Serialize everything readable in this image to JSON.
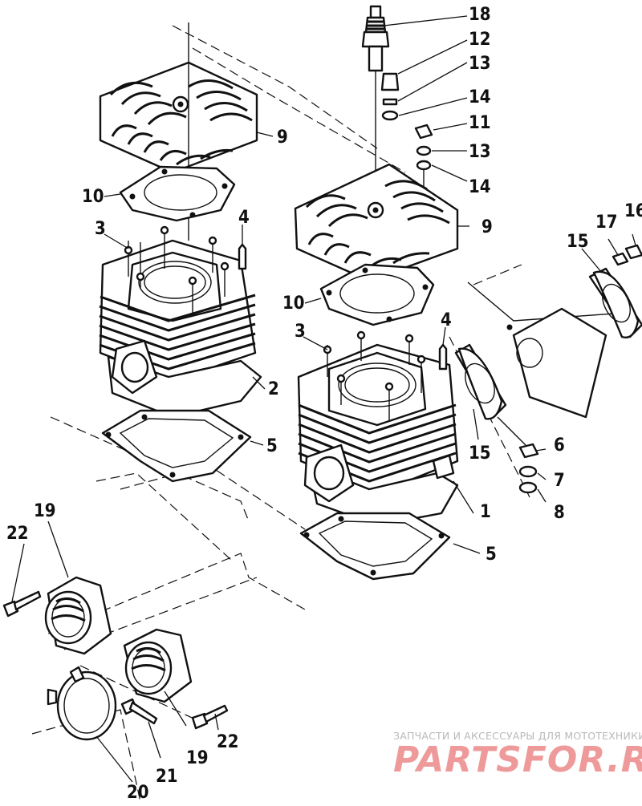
{
  "callouts": {
    "c18": "18",
    "c12": "12",
    "c13a": "13",
    "c14a": "14",
    "c11": "11",
    "c13b": "13",
    "c14b": "14",
    "c9a": "9",
    "c9b": "9",
    "c10a": "10",
    "c10b": "10",
    "c3a": "3",
    "c3b": "3",
    "c4a": "4",
    "c4b": "4",
    "c2": "2",
    "c1": "1",
    "c5a": "5",
    "c5b": "5",
    "c15a": "15",
    "c15b": "15",
    "c16": "16",
    "c17": "17",
    "c6": "6",
    "c7": "7",
    "c8": "8",
    "c19a": "19",
    "c19b": "19",
    "c20": "20",
    "c21": "21",
    "c22a": "22",
    "c22b": "22"
  },
  "watermark": {
    "tagline": "ЗАПЧАСТИ И АКСЕССУАРЫ ДЛЯ МОТОТЕХНИКИ",
    "logo": "PARTSFOR.RU"
  }
}
